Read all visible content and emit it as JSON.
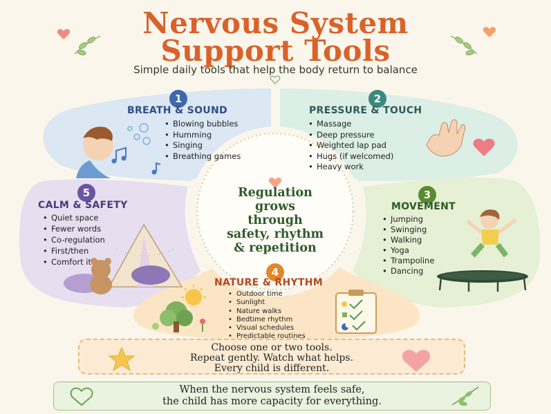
{
  "title_line1": "Nervous System",
  "title_line2": "Support Tools",
  "subtitle": "Simple daily tools that help the body return to balance",
  "center": [
    "Regulation",
    "grows",
    "through",
    "safety, rhythm",
    "& repetition"
  ],
  "sections": [
    {
      "number": "1",
      "title": "BREATH & SOUND",
      "color": "#2e4d8a",
      "badge": "#3f68ad",
      "items": [
        "Blowing bubbles",
        "Humming",
        "Singing",
        "Breathing games"
      ]
    },
    {
      "number": "2",
      "title": "PRESSURE & TOUCH",
      "color": "#2f5a5a",
      "badge": "#3d8a7c",
      "items": [
        "Massage",
        "Deep pressure",
        "Weighted lap pad",
        "Hugs (if welcomed)",
        "Heavy work"
      ]
    },
    {
      "number": "3",
      "title": "MOVEMENT",
      "color": "#2f5a22",
      "badge": "#5a8a34",
      "items": [
        "Jumping",
        "Swinging",
        "Walking",
        "Yoga",
        "Trampoline",
        "Dancing"
      ]
    },
    {
      "number": "4",
      "title": "NATURE & RHYTHM",
      "color": "#b5481f",
      "badge": "#e0892b",
      "items": [
        "Outdoor time",
        "Sunlight",
        "Nature walks",
        "Bedtime rhythm",
        "Visual schedules",
        "Predictable routines"
      ]
    },
    {
      "number": "5",
      "title": "CALM & SAFETY",
      "color": "#4a3a7a",
      "badge": "#6a55a0",
      "items": [
        "Quiet space",
        "Fewer words",
        "Co-regulation",
        "First/then",
        "Comfort items"
      ]
    }
  ],
  "bottom_box": [
    "Choose one or two tools.",
    "Repeat gently. Watch what helps.",
    "Every child is different."
  ],
  "footer": [
    "When the nervous system feels safe,",
    "the child has more capacity for everything."
  ],
  "colors": {
    "title": "#d9622b",
    "breath_bg": "#dbe7f3",
    "touch_bg": "#dcefe6",
    "movement_bg": "#e5f0d5",
    "nature_bg": "#fce5c4",
    "calm_bg": "#e7def0"
  }
}
